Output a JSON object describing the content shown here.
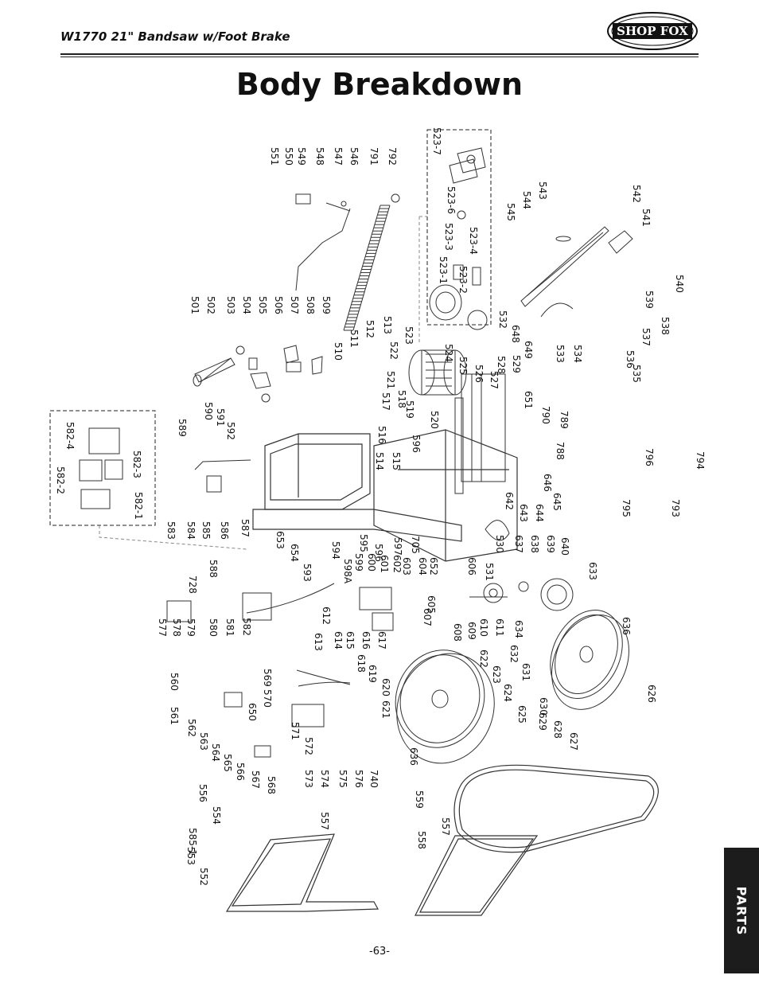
{
  "header": {
    "title": "W1770 21\" Bandsaw w/Foot Brake",
    "logo_text": "SHOP FOX"
  },
  "page_title": "Body Breakdown",
  "side_tab": "PARTS",
  "page_number": "-63-",
  "callouts": {
    "top_row": [
      "551",
      "550",
      "549",
      "548",
      "547",
      "546",
      "791",
      "792"
    ],
    "motor_inset": [
      "523-7",
      "523-6",
      "523-3",
      "523-4",
      "523-1",
      "523-2"
    ],
    "shaft_group": [
      "501",
      "502",
      "503",
      "504",
      "505",
      "506",
      "507",
      "508",
      "509"
    ],
    "column_group": [
      "510",
      "511",
      "512",
      "513",
      "522",
      "523",
      "524",
      "525",
      "526",
      "527",
      "528",
      "529"
    ],
    "right_arm": [
      "545",
      "544",
      "543",
      "542",
      "541",
      "540",
      "539",
      "538",
      "537",
      "536",
      "535",
      "534",
      "533",
      "532",
      "648",
      "649"
    ],
    "mid_labels": [
      "590",
      "591",
      "592",
      "589",
      "517",
      "518",
      "519",
      "521",
      "520",
      "596",
      "516",
      "514",
      "515",
      "651",
      "790",
      "789",
      "788",
      "646",
      "796",
      "794",
      "795",
      "793"
    ],
    "switch_inset": [
      "582-4",
      "582-2",
      "582-3",
      "582-1"
    ],
    "left_mid": [
      "583",
      "584",
      "585",
      "586",
      "587",
      "653",
      "654",
      "594",
      "595",
      "596",
      "597",
      "705",
      "530",
      "637",
      "638",
      "639",
      "640",
      "642",
      "643",
      "644",
      "645"
    ],
    "left_lower": [
      "588",
      "593",
      "598A",
      "599",
      "600",
      "601",
      "602",
      "603",
      "604",
      "652",
      "606",
      "531",
      "633",
      "728",
      "577",
      "578",
      "579",
      "580",
      "581",
      "582",
      "612",
      "613",
      "614",
      "615",
      "616",
      "617",
      "618",
      "607",
      "605",
      "608",
      "609",
      "610",
      "611",
      "634",
      "632",
      "631",
      "636",
      "630"
    ],
    "bottom_group": [
      "560",
      "569",
      "570",
      "561",
      "650",
      "562",
      "563",
      "564",
      "565",
      "566",
      "567",
      "568",
      "571",
      "572",
      "573",
      "574",
      "575",
      "576",
      "740",
      "619",
      "620",
      "621",
      "622",
      "623",
      "624",
      "625",
      "636",
      "629",
      "628",
      "627",
      "626"
    ],
    "base_group": [
      "556",
      "554",
      "585-1",
      "553",
      "552",
      "557",
      "559",
      "557",
      "558"
    ]
  }
}
